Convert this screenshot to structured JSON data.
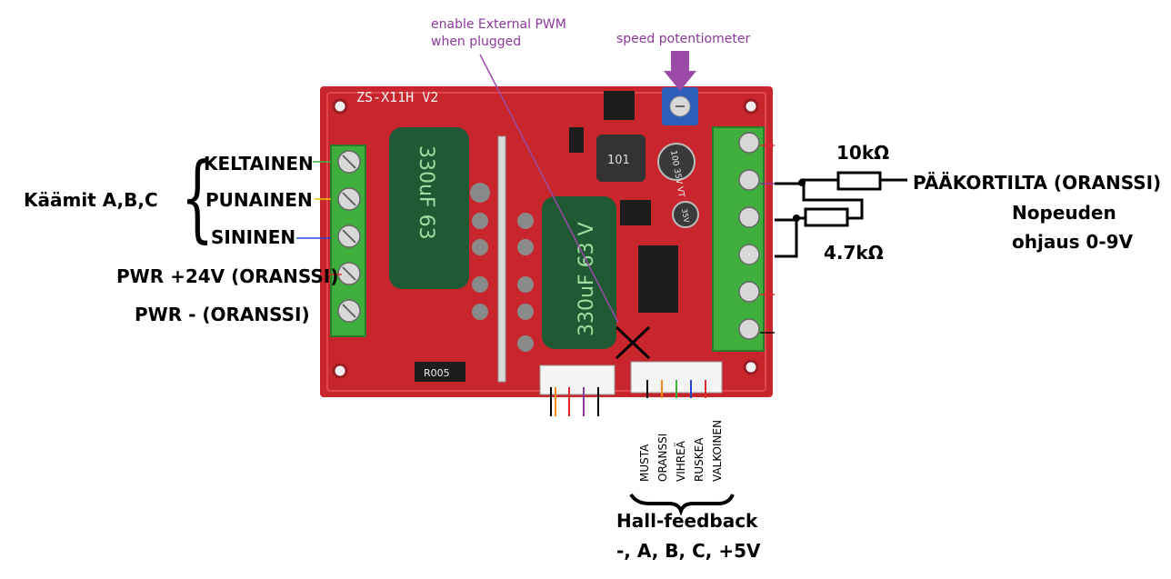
{
  "annotations": {
    "external_pwm": "enable External PWM\nwhen plugged",
    "speed_pot": "speed potentiometer"
  },
  "board": {
    "silkscreen": "ZS-X11H V2",
    "cap_left": "330uF 63",
    "cap_right": "330uF 63 V",
    "inductor": "101",
    "cap_small_1": "100 35V VT",
    "cap_small_2": "35V",
    "resistor": "R005"
  },
  "left": {
    "windings": "Käämit A,B,C",
    "yellow": "KELTAINEN",
    "red": "PUNAINEN",
    "blue": "SININEN",
    "pwr_plus": "PWR +24V (ORANSSI)",
    "pwr_minus": "PWR - (ORANSSI)"
  },
  "right": {
    "r10k": "10kΩ",
    "r47k": "4.7kΩ",
    "main_board": "PÄÄKORTILTA (ORANSSI)",
    "speed_line1": "Nopeuden",
    "speed_line2": "ohjaus 0-9V"
  },
  "hall": {
    "wires": [
      "MUSTA",
      "ORANSSI",
      "VIHREÄ",
      "RUSKEA",
      "VALKOINEN"
    ],
    "title": "Hall-feedback",
    "signals": "-, A, B, C, +5V"
  },
  "colors": {
    "board_red": "#c8262c",
    "terminal_green": "#3fae3c",
    "capacitor_green": "#1f5a34",
    "annotation_purple": "#8a3a9a"
  }
}
